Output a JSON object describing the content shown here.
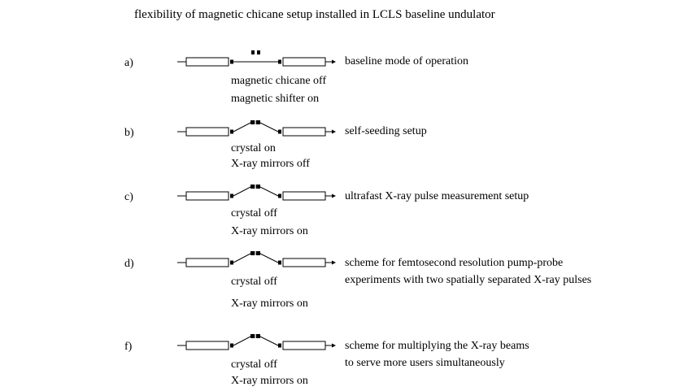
{
  "title": "flexibility of magnetic chicane setup installed in LCLS baseline undulator",
  "rows": [
    {
      "label": "a)",
      "description": [
        "baseline mode of operation"
      ],
      "notes": [
        "magnetic chicane off",
        "magnetic shifter on"
      ],
      "chicane_deflected": false
    },
    {
      "label": "b)",
      "description": [
        "self-seeding setup"
      ],
      "notes": [
        "crystal on",
        "X-ray mirrors off"
      ],
      "chicane_deflected": true
    },
    {
      "label": "c)",
      "description": [
        "ultrafast X-ray pulse measurement setup"
      ],
      "notes": [
        "crystal off",
        "X-ray mirrors on"
      ],
      "chicane_deflected": true
    },
    {
      "label": "d)",
      "description": [
        "scheme for femtosecond resolution pump-probe",
        "experiments with two spatially separated X-ray pulses"
      ],
      "notes": [
        "crystal off",
        "X-ray mirrors on"
      ],
      "chicane_deflected": true
    },
    {
      "label": "f)",
      "description": [
        "scheme for multiplying the X-ray beams",
        "to serve more users simultaneously"
      ],
      "notes": [
        "crystal off",
        "X-ray mirrors on"
      ],
      "chicane_deflected": true
    }
  ]
}
